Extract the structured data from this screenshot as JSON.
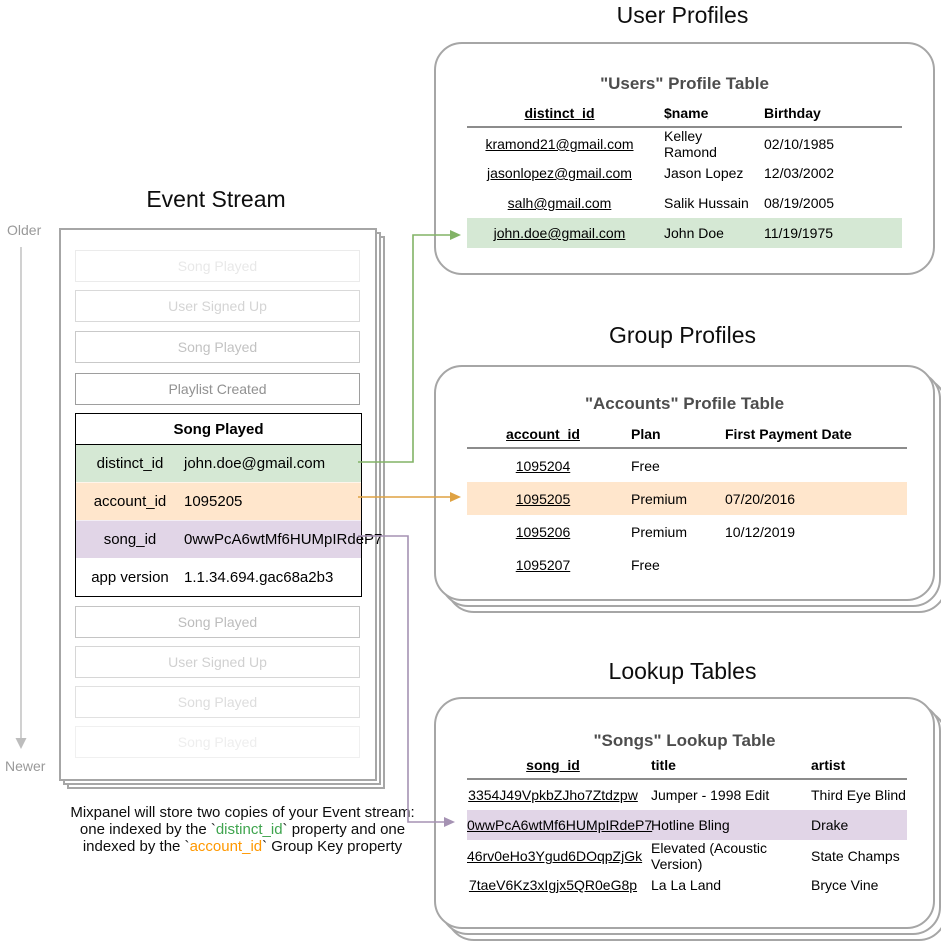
{
  "colors": {
    "green_fill": "#d5e8d4",
    "orange_fill": "#ffe6cc",
    "purple_fill": "#e1d5e7",
    "green_arrow": "#82b366",
    "orange_arrow": "#dfa242",
    "purple_arrow": "#a592b3",
    "green_text": "#3fa44e",
    "orange_text": "#ff9800"
  },
  "event_stream": {
    "title": "Event Stream",
    "older_label": "Older",
    "newer_label": "Newer",
    "events_before": [
      "Song Played",
      "User Signed Up",
      "Song Played",
      "Playlist Created"
    ],
    "selected_event": {
      "name": "Song Played",
      "properties": [
        {
          "key": "distinct_id",
          "value": "john.doe@gmail.com"
        },
        {
          "key": "account_id",
          "value": "1095205"
        },
        {
          "key": "song_id",
          "value": "0wwPcA6wtMf6HUMpIRdeP7"
        },
        {
          "key": "app version",
          "value": "1.1.34.694.gac68a2b3"
        }
      ]
    },
    "events_after": [
      "Song Played",
      "User Signed Up",
      "Song Played",
      "Song Played"
    ]
  },
  "user_profiles": {
    "section_title": "User Profiles",
    "table_title": "\"Users\" Profile Table",
    "columns": [
      "distinct_id",
      "$name",
      "Birthday"
    ],
    "rows": [
      [
        "kramond21@gmail.com",
        "Kelley Ramond",
        "02/10/1985"
      ],
      [
        "jasonlopez@gmail.com",
        "Jason Lopez",
        "12/03/2002"
      ],
      [
        "salh@gmail.com",
        "Salik Hussain",
        "08/19/2005"
      ],
      [
        "john.doe@gmail.com",
        "John Doe",
        "11/19/1975"
      ]
    ]
  },
  "group_profiles": {
    "section_title": "Group Profiles",
    "table_title": "\"Accounts\" Profile Table",
    "columns": [
      "account_id",
      "Plan",
      "First Payment Date"
    ],
    "rows": [
      [
        "1095204",
        "Free",
        ""
      ],
      [
        "1095205",
        "Premium",
        "07/20/2016"
      ],
      [
        "1095206",
        "Premium",
        "10/12/2019"
      ],
      [
        "1095207",
        "Free",
        ""
      ]
    ]
  },
  "lookup_tables": {
    "section_title": "Lookup Tables",
    "table_title": "\"Songs\" Lookup Table",
    "columns": [
      "song_id",
      "title",
      "artist"
    ],
    "rows": [
      [
        "3354J49VpkbZJho7Ztdzpw",
        "Jumper - 1998 Edit",
        "Third Eye Blind"
      ],
      [
        "0wwPcA6wtMf6HUMpIRdeP7",
        "Hotline Bling",
        "Drake"
      ],
      [
        "46rv0eHo3Ygud6DOqpZjGk",
        "Elevated (Acoustic Version)",
        "State Champs"
      ],
      [
        "7taeV6Kz3xIgjx5QR0eG8p",
        "La La Land",
        "Bryce Vine"
      ]
    ]
  },
  "caption": {
    "line1": "Mixpanel will store two copies of your Event stream:",
    "line2_prefix": "one indexed by the `",
    "line2_code": "distinct_id",
    "line2_suffix": "` property and one",
    "line3_prefix": "indexed by the `",
    "line3_code": "account_id",
    "line3_suffix": "` Group Key property"
  }
}
